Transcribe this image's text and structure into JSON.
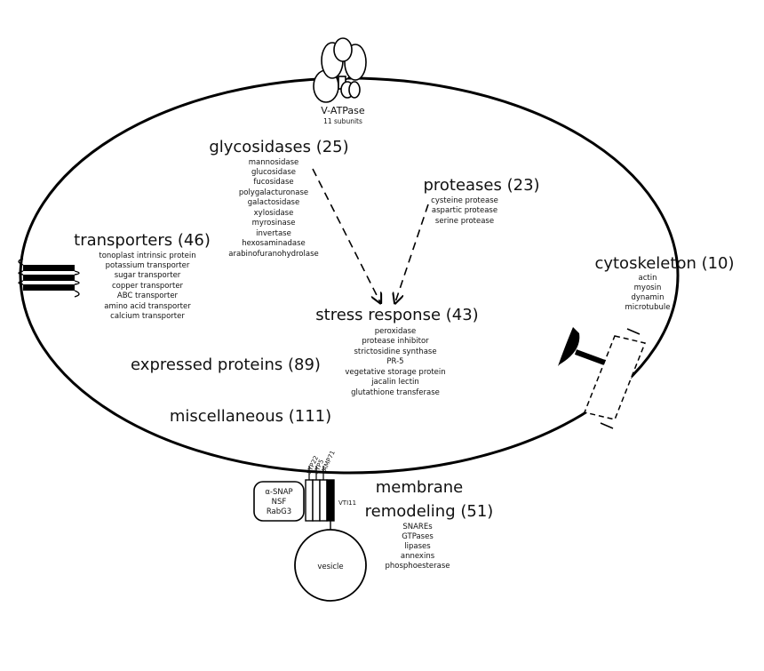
{
  "vatpase": {
    "title": "V-ATPase",
    "subtitle": "11 subunits"
  },
  "glycosidases": {
    "title": "glycosidases (25)",
    "items": [
      "mannosidase",
      "glucosidase",
      "fucosidase",
      "polygalacturonase",
      "galactosidase",
      "xylosidase",
      "myrosinase",
      "invertase",
      "hexosaminadase",
      "arabinofuranohydrolase"
    ]
  },
  "proteases": {
    "title": "proteases (23)",
    "items": [
      "cysteine protease",
      "aspartic protease",
      "serine protease"
    ]
  },
  "transporters": {
    "title": "transporters (46)",
    "items": [
      "tonoplast intrinsic protein",
      "potassium transporter",
      "sugar transporter",
      "copper transporter",
      "ABC transporter",
      "amino acid transporter",
      "calcium transporter"
    ]
  },
  "cytoskeleton": {
    "title": "cytoskeleton (10)",
    "items": [
      "actin",
      "myosin",
      "dynamin",
      "microtubule"
    ]
  },
  "stress": {
    "title": "stress response (43)",
    "items": [
      "peroxidase",
      "protease inhibitor",
      "strictosidine synthase",
      "PR-5",
      "vegetative storage protein",
      "jacalin lectin",
      "glutathione transferase"
    ]
  },
  "expressed": {
    "title": "expressed proteins (89)"
  },
  "misc": {
    "title": "miscellaneous (111)"
  },
  "snare": {
    "labels": [
      "SYP22",
      "SYP5",
      "VAMP71"
    ],
    "vti": "VTI11",
    "box_items": [
      "α-SNAP",
      "NSF",
      "RabG3"
    ]
  },
  "membrane": {
    "title_line1": "membrane",
    "title_line2": "remodeling (51)",
    "items": [
      "SNAREs",
      "GTPases",
      "lipases",
      "annexins",
      "phosphoesterase"
    ]
  },
  "vesicle": {
    "label": "vesicle"
  }
}
